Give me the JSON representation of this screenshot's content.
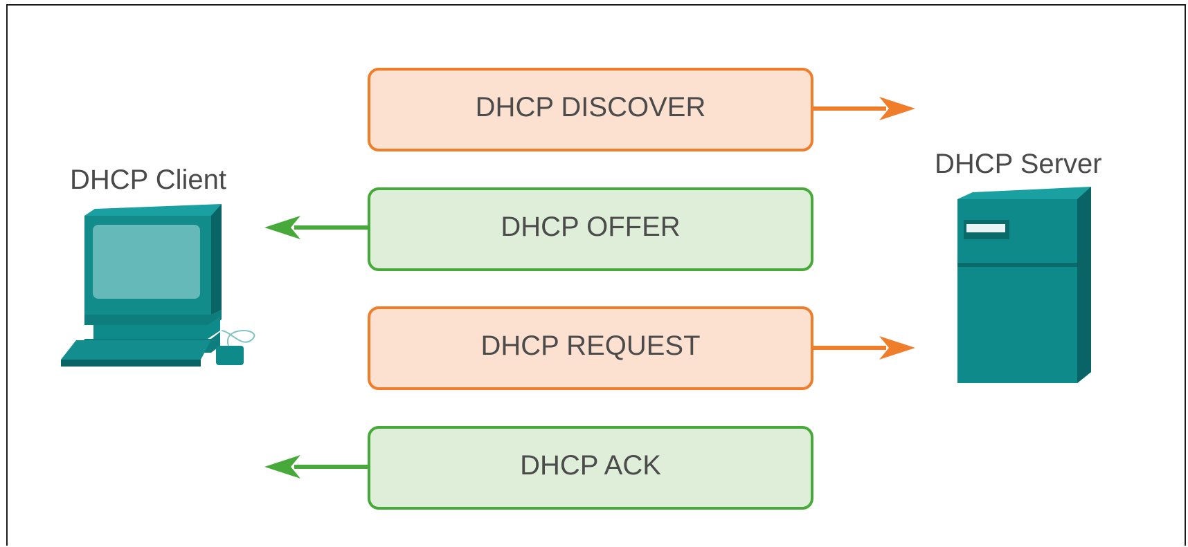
{
  "client": {
    "label": "DHCP Client",
    "icon": "computer-icon"
  },
  "server": {
    "label": "DHCP Server",
    "icon": "server-icon"
  },
  "messages": [
    {
      "label": "DHCP DISCOVER",
      "direction": "to-server",
      "color": "#ef7d2a"
    },
    {
      "label": "DHCP OFFER",
      "direction": "to-client",
      "color": "#46a93a"
    },
    {
      "label": "DHCP REQUEST",
      "direction": "to-server",
      "color": "#ef7d2a"
    },
    {
      "label": "DHCP ACK",
      "direction": "to-client",
      "color": "#46a93a"
    }
  ],
  "colors": {
    "request_fill": "#fde1d0",
    "request_border": "#ef7d2a",
    "reply_fill": "#dfeed8",
    "reply_border": "#46a93a",
    "device_teal": "#0f8a8a"
  }
}
